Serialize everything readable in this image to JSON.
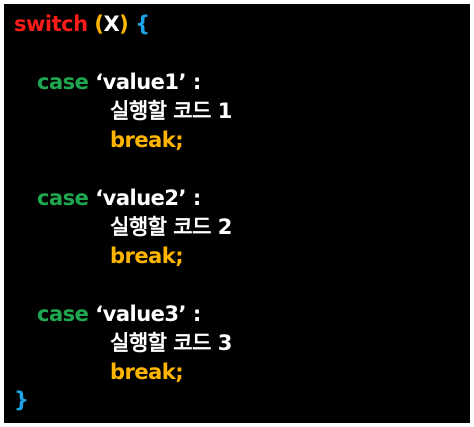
{
  "header": {
    "keyword": "switch",
    "open_paren": "(",
    "variable": "X",
    "close_paren": ")",
    "open_brace": "{"
  },
  "cases": [
    {
      "keyword": "case",
      "value": "‘value1’",
      "colon": ":",
      "body": "실행할 코드 1",
      "break": "break;"
    },
    {
      "keyword": "case",
      "value": "‘value2’",
      "colon": ":",
      "body": "실행할 코드 2",
      "break": "break;"
    },
    {
      "keyword": "case",
      "value": "‘value3’",
      "colon": ":",
      "body": "실행할 코드 3",
      "break": "break;"
    }
  ],
  "footer": {
    "close_brace": "}"
  },
  "colors": {
    "background": "#000000",
    "switch_keyword": "#ff1a1a",
    "parentheses": "#ffb400",
    "variable": "#ffffff",
    "brace": "#1ea3e8",
    "case_keyword": "#1fa84f",
    "break_keyword": "#ffb400",
    "text": "#ffffff"
  }
}
